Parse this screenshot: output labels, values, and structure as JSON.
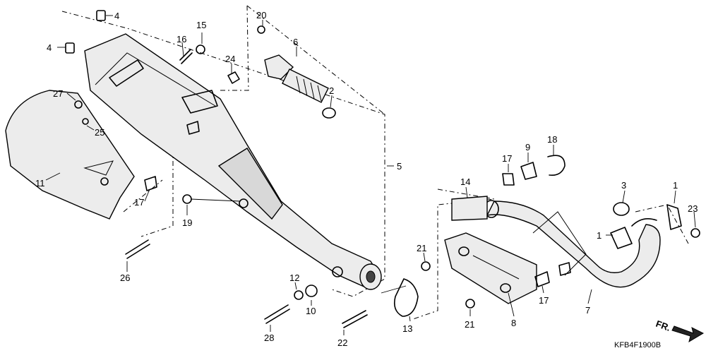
{
  "diagram_code": "KFB4F1900B",
  "direction_label": "FR.",
  "callouts": {
    "c1a": "1",
    "c1b": "1",
    "c2": "2",
    "c3": "3",
    "c4a": "4",
    "c4b": "4",
    "c5": "5",
    "c6": "6",
    "c7": "7",
    "c8": "8",
    "c9": "9",
    "c10": "10",
    "c11": "11",
    "c12": "12",
    "c13": "13",
    "c14": "14",
    "c15": "15",
    "c16": "16",
    "c17a": "17",
    "c17b": "17",
    "c17c": "17",
    "c18": "18",
    "c19": "19",
    "c20": "20",
    "c21a": "21",
    "c21b": "21",
    "c22": "22",
    "c23": "23",
    "c24": "24",
    "c25": "25",
    "c26": "26",
    "c27": "27",
    "c28": "28"
  }
}
